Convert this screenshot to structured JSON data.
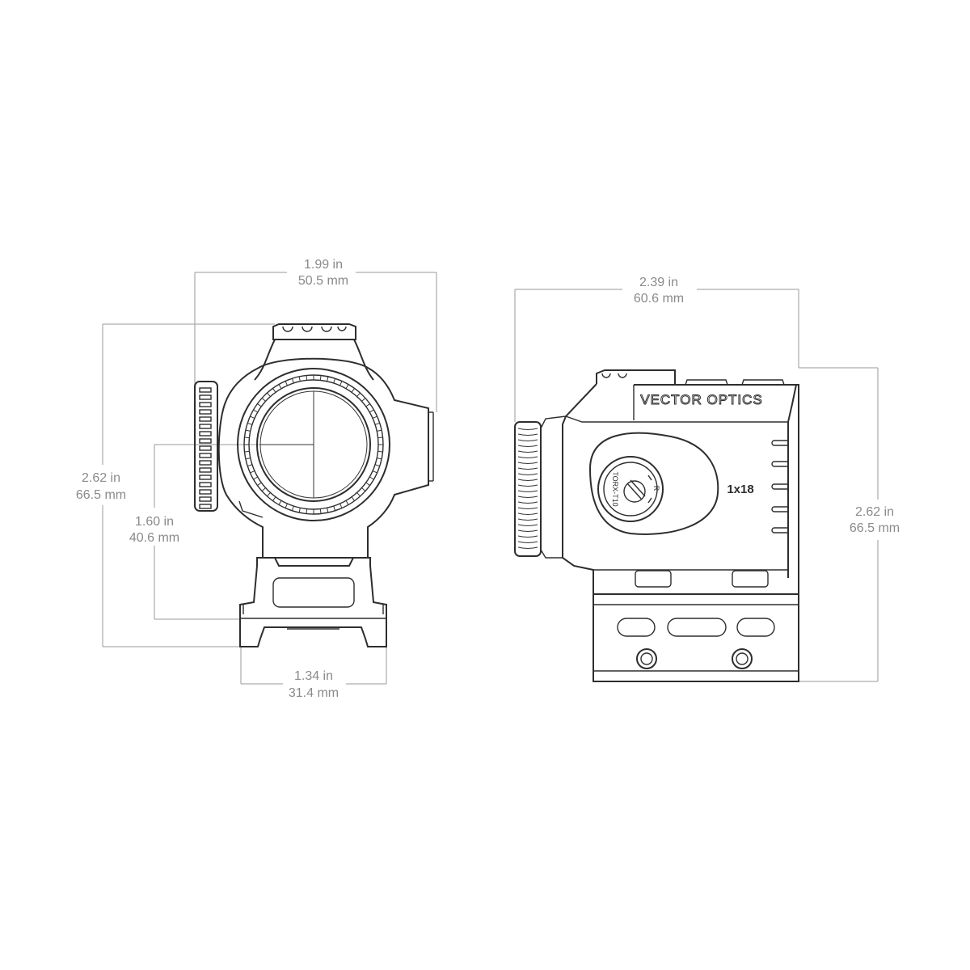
{
  "front_view": {
    "width_dimension": {
      "inches": "1.99 in",
      "millimeters": "50.5 mm"
    },
    "height_dimension": {
      "inches": "2.62 in",
      "millimeters": "66.5 mm"
    },
    "optical_center_height": {
      "inches": "1.60 in",
      "millimeters": "40.6 mm"
    },
    "mount_width": {
      "inches": "1.34 in",
      "millimeters": "31.4 mm"
    }
  },
  "side_view": {
    "length_dimension": {
      "inches": "2.39 in",
      "millimeters": "60.6 mm"
    },
    "height_dimension": {
      "inches": "2.62 in",
      "millimeters": "66.5 mm"
    },
    "brand_logo": "VECTOR OPTICS",
    "model_marking": "1x18",
    "dial_label": "TORX-T10",
    "dial_marking": "R"
  },
  "colors": {
    "outline": "#2e2e2e",
    "dimension": "#9a9a9a"
  }
}
